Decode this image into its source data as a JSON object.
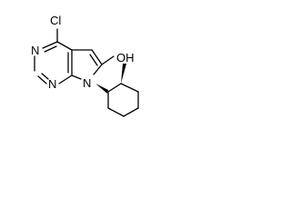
{
  "molecule": {
    "atoms": {
      "chlorine": "Cl",
      "nitrogen_top": "N",
      "nitrogen_bottom": "N",
      "nitrogen_pyrrole": "N",
      "hydroxyl": "OH"
    }
  }
}
